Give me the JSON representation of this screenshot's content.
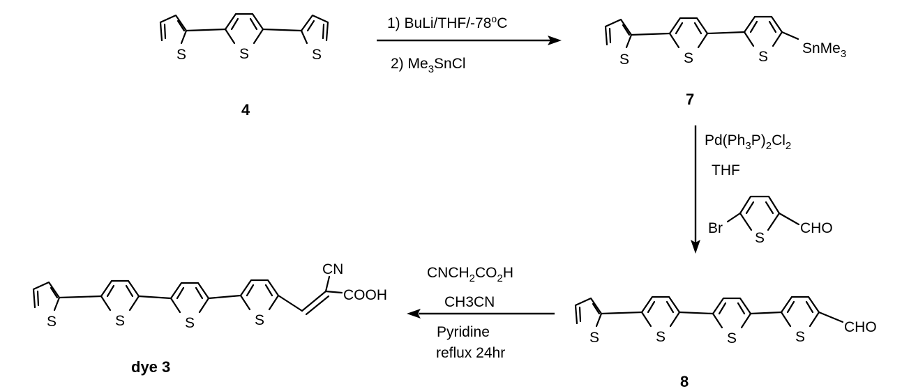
{
  "compounds": {
    "c4": {
      "label": "4"
    },
    "c7": {
      "label": "7",
      "substituent": "SnMe",
      "substituent_sub": "3"
    },
    "c8": {
      "label": "8",
      "substituent": "CHO"
    },
    "dye3": {
      "label": "dye 3",
      "cn": "CN",
      "cooh": "COOH"
    }
  },
  "heteroatom": "S",
  "step1": {
    "line1": {
      "a": "1) BuLi/THF/-78",
      "b": "o",
      "c": "C"
    },
    "line2": {
      "a": "2) Me",
      "b": "3",
      "c": "SnCl"
    }
  },
  "step2": {
    "catalyst": {
      "a": "Pd(Ph",
      "b": "3",
      "c": "P)",
      "d": "2",
      "e": "Cl",
      "f": "2"
    },
    "solvent": "THF",
    "reagent": {
      "br": "Br",
      "cho": "CHO"
    }
  },
  "step3": {
    "line1": {
      "a": "CNCH",
      "b": "2",
      "c": "CO",
      "d": "2",
      "e": "H"
    },
    "line2": "CH3CN",
    "line3": "Pyridine",
    "line4": "reflux 24hr"
  }
}
